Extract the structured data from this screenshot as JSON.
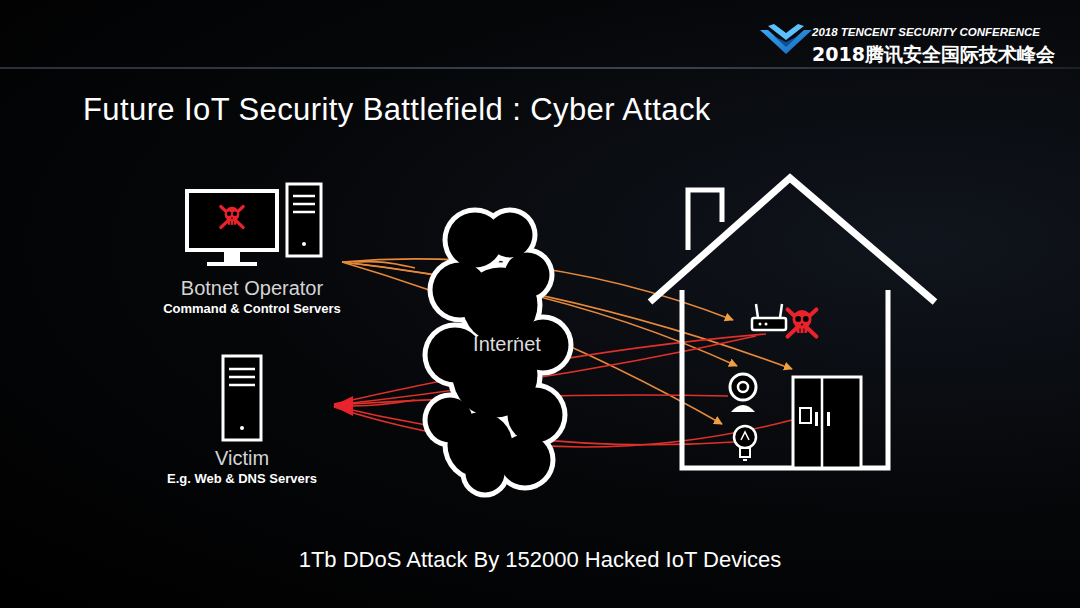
{
  "diagram": {
    "title": "Future IoT Security Battlefield : Cyber Attack",
    "caption": "1Tb DDoS Attack By 152000 Hacked IoT Devices",
    "nodes": [
      {
        "text": [
          "Botnet Operator",
          "Command & Control Servers"
        ]
      },
      {
        "text": [
          "Victim",
          "E.g. Web & DNS Servers"
        ]
      },
      {
        "text": [
          "Internet"
        ]
      }
    ],
    "edges": [
      {
        "from": 0,
        "to": 2,
        "arrow": "none"
      },
      {
        "from": 2,
        "to": 1,
        "arrow": "to"
      }
    ],
    "labels": [
      "2018 TENCENT SECURITY CONFERENCE",
      "2018腾讯安全国际技术峰会"
    ]
  }
}
